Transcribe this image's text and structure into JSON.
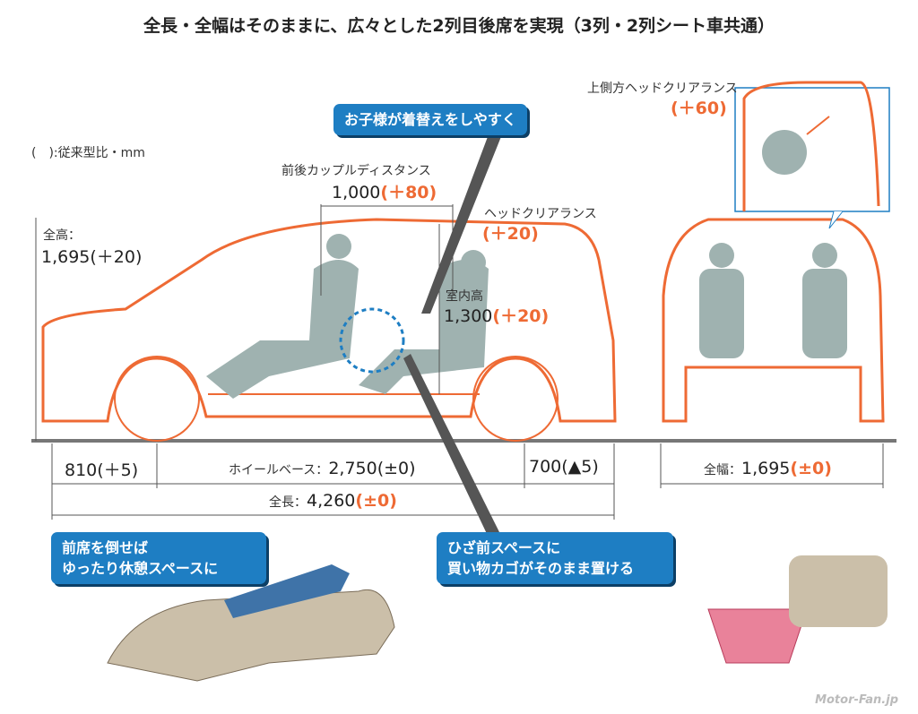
{
  "title": "全長・全幅はそのままに、広々とした2列目後席を実現（3列・2列シート車共通）",
  "legend": "(　):従来型比・mm",
  "callouts": {
    "kids": "お子様が着替えをしやすく",
    "front_seat_line1": "前席を倒せば",
    "front_seat_line2": "ゆったり休憩スペースに",
    "knee_line1": "ひざ前スペースに",
    "knee_line2": "買い物カゴがそのまま置ける"
  },
  "dims": {
    "couple_label": "前後カップルディスタンス",
    "couple_value": "1,000",
    "couple_diff": "(＋80)",
    "head_label": "ヘッドクリアランス",
    "head_diff": "(＋20)",
    "upper_head_label": "上側方ヘッドクリアランス",
    "upper_head_diff": "(＋60)",
    "height_label": "全高：",
    "height_value": "1,695(＋20)",
    "interior_label": "室内高",
    "interior_value": "1,300",
    "interior_diff": "(＋20)",
    "front_overhang": "810(＋5)",
    "wheelbase_label": "ホイールベース：",
    "wheelbase_value": "2,750(±0)",
    "rear_overhang": "700(▲5)",
    "width_label": "全幅：",
    "width_value": "1,695",
    "width_diff": "(±0)",
    "length_label": "全長：",
    "length_value": "4,260",
    "length_diff": "(±0)"
  },
  "watermark": "Motor-Fan.jp",
  "colors": {
    "accent": "#ee6a34",
    "callout": "#1e7ec3",
    "seat": "#8fa5a4"
  }
}
